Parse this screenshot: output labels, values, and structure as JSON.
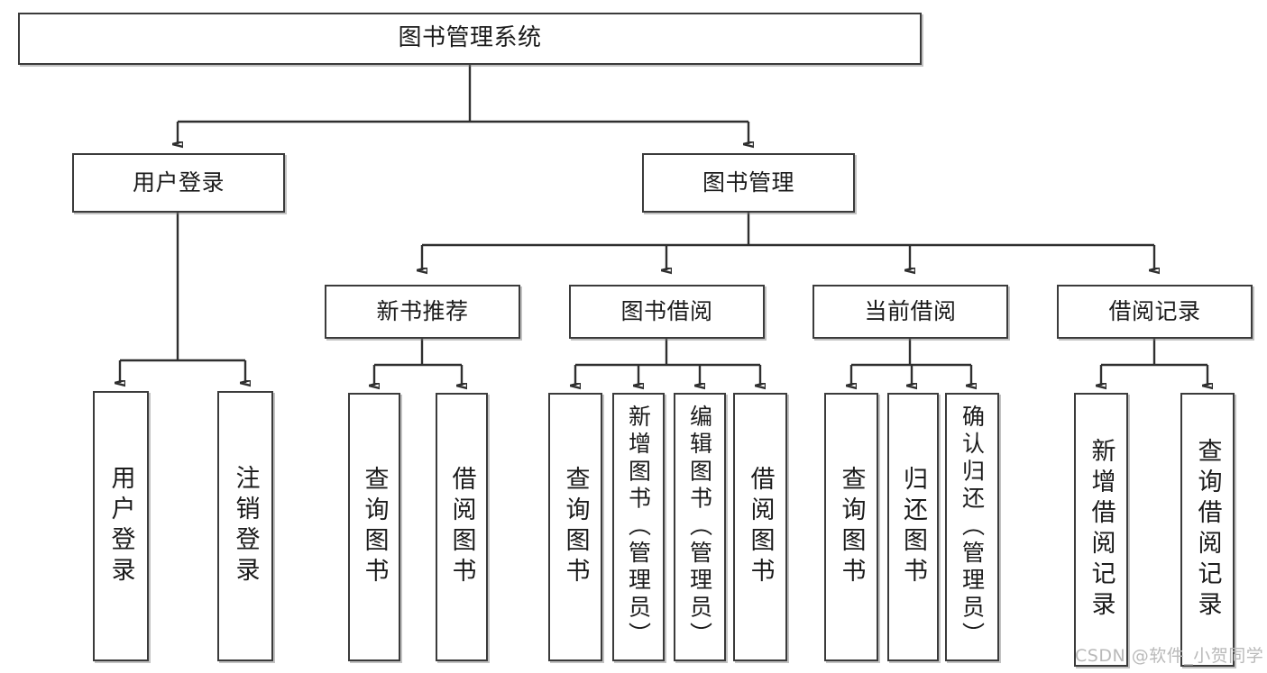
{
  "diagram": {
    "title": "图书管理系统",
    "type": "tree-hierarchy-chart",
    "watermark": "CSDN @软件_小贺同学",
    "colors": {
      "box_border": "#3b3b3b",
      "box_fill": "#ffffff",
      "connector": "#2f2f2f",
      "watermark": "#b9b9b9"
    },
    "nodes": {
      "root": {
        "label": "图书管理系统"
      },
      "level2": [
        {
          "label": "用户登录"
        },
        {
          "label": "图书管理"
        }
      ],
      "level3": [
        {
          "label": "新书推荐"
        },
        {
          "label": "图书借阅"
        },
        {
          "label": "当前借阅"
        },
        {
          "label": "借阅记录"
        }
      ],
      "leaves_user_login": [
        {
          "label": "用户登录"
        },
        {
          "label": "注销登录"
        }
      ],
      "leaves_new_book": [
        {
          "label": "查询图书"
        },
        {
          "label": "借阅图书"
        }
      ],
      "leaves_borrow": [
        {
          "label": "查询图书"
        },
        {
          "label": "新增图书（管理员）"
        },
        {
          "label": "编辑图书（管理员）"
        },
        {
          "label": "借阅图书"
        }
      ],
      "leaves_current": [
        {
          "label": "查询图书"
        },
        {
          "label": "归还图书"
        },
        {
          "label": "确认归还（管理员）"
        }
      ],
      "leaves_record": [
        {
          "label": "新增借阅记录"
        },
        {
          "label": "查询借阅记录"
        }
      ]
    }
  }
}
